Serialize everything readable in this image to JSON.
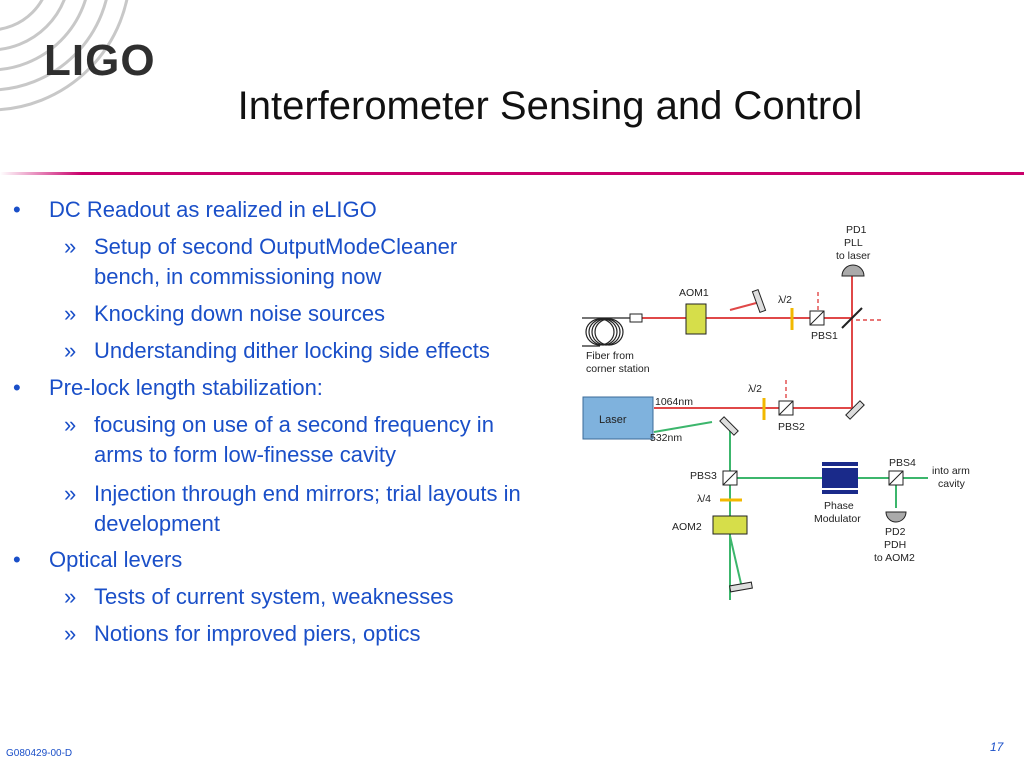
{
  "logo": "LIGO",
  "title": "Interferometer Sensing and Control",
  "bullets": [
    {
      "text": "DC Readout as realized in eLIGO",
      "subs": [
        [
          "Setup of second OutputModeCleaner",
          "bench, in commissioning now"
        ],
        [
          "Knocking down noise sources"
        ],
        [
          "Understanding dither locking side effects"
        ]
      ]
    },
    {
      "text": "Pre-lock length stabilization:",
      "subs": [
        [
          "focusing on use of a second frequency in",
          "arms to form low-finesse cavity"
        ],
        [
          "Injection through end mirrors; trial layouts in",
          "development"
        ]
      ]
    },
    {
      "text": "Optical levers",
      "subs": [
        [
          "Tests of current system, weaknesses"
        ],
        [
          "Notions for improved piers, optics"
        ]
      ]
    }
  ],
  "bullet_mark": "•",
  "sub_mark": "»",
  "diagram": {
    "pd1": [
      "PD1",
      "PLL",
      "to laser"
    ],
    "aom1": "AOM1",
    "half_wave_1": "λ/2",
    "pbs1": "PBS1",
    "fiber": [
      "Fiber from",
      "corner station"
    ],
    "half_wave_2": "λ/2",
    "wl_1064": "1064nm",
    "laser": "Laser",
    "pbs2": "PBS2",
    "wl_532": "532nm",
    "pbs3": "PBS3",
    "quarter_wave": "λ/4",
    "aom2": "AOM2",
    "phase_modulator": [
      "Phase",
      "Modulator"
    ],
    "pbs4": "PBS4",
    "into_arm": [
      "into arm",
      "cavity"
    ],
    "pd2": [
      "PD2",
      "PDH",
      "to AOM2"
    ]
  },
  "colors": {
    "accent_rule": "#c9006b",
    "text": "#1a4fc8",
    "red_beam": "#e04848",
    "green_beam": "#3cb66c"
  },
  "footer": {
    "doc_id": "G080429-00-D",
    "page": "17"
  }
}
